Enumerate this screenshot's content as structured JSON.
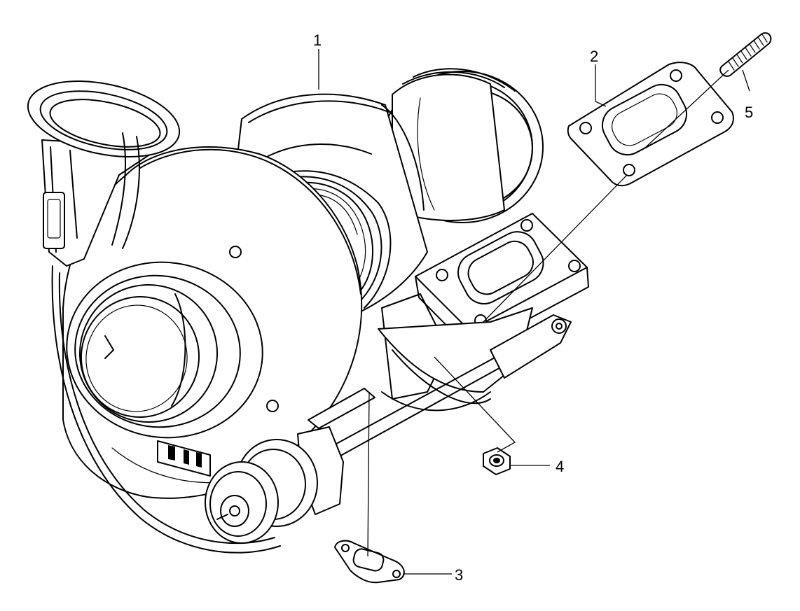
{
  "diagram": {
    "callouts": [
      {
        "id": "1",
        "label": "1"
      },
      {
        "id": "2",
        "label": "2"
      },
      {
        "id": "3",
        "label": "3"
      },
      {
        "id": "4",
        "label": "4"
      },
      {
        "id": "5",
        "label": "5"
      }
    ]
  },
  "colors": {
    "line": "#000000",
    "background": "#ffffff"
  }
}
